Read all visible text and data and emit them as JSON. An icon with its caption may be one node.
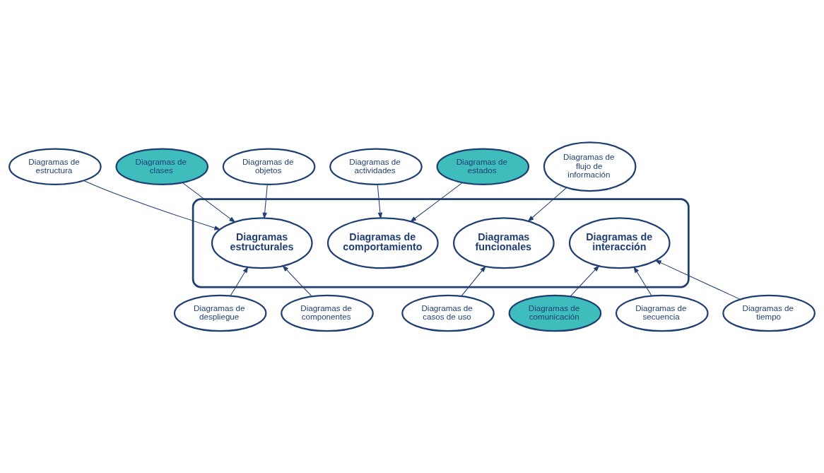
{
  "diagram": {
    "nodes": [
      {
        "text": [],
        "shape": "ellipse"
      },
      {
        "text": [
          "Diagramas de comportamiento"
        ],
        "in": 0
      },
      {
        "text": [
          "Diagramas estructurales"
        ],
        "in": 0
      },
      {
        "text": [
          "Diagramas funcionales"
        ],
        "in": 0
      },
      {
        "text": [
          "Diagramas de interacción"
        ],
        "in": 0
      },
      {
        "text": [
          "Diagramas de estructura"
        ]
      },
      {
        "text": [
          "Diagramas de clases"
        ]
      },
      {
        "text": [
          "Diagramas de actividades"
        ]
      },
      {
        "text": [
          "Diagramas de estados"
        ]
      },
      {
        "text": [
          "Diagramas de objetos"
        ]
      },
      {
        "text": [
          "Diagramas de flujo de información"
        ]
      },
      {
        "text": [
          "Diagramas de despliegue"
        ]
      },
      {
        "text": [
          "Diagramas de casos de uso"
        ]
      },
      {
        "text": [
          "Diagramas de componentes"
        ]
      },
      {
        "text": [
          "Diagramas de comunicación"
        ]
      },
      {
        "text": [
          "Diagramas de secuencia"
        ]
      },
      {
        "text": [
          "Diagramas de tiempo"
        ]
      }
    ],
    "edges": [
      {
        "from": 5,
        "to": 2,
        "arrow": "to"
      },
      {
        "from": 6,
        "to": 2,
        "arrow": "to"
      },
      {
        "from": 7,
        "to": 1,
        "arrow": "to"
      },
      {
        "from": 8,
        "to": 1,
        "arrow": "to"
      },
      {
        "from": 9,
        "to": 2,
        "arrow": "to"
      },
      {
        "from": 10,
        "to": 3,
        "arrow": "to"
      },
      {
        "from": 11,
        "to": 2,
        "arrow": "to"
      },
      {
        "from": 12,
        "to": 3,
        "arrow": "to"
      },
      {
        "from": 13,
        "to": 2,
        "arrow": "to"
      },
      {
        "from": 14,
        "to": 4,
        "arrow": "to"
      },
      {
        "from": 15,
        "to": 4,
        "arrow": "to"
      },
      {
        "from": 16,
        "to": 4,
        "arrow": "to"
      }
    ]
  }
}
